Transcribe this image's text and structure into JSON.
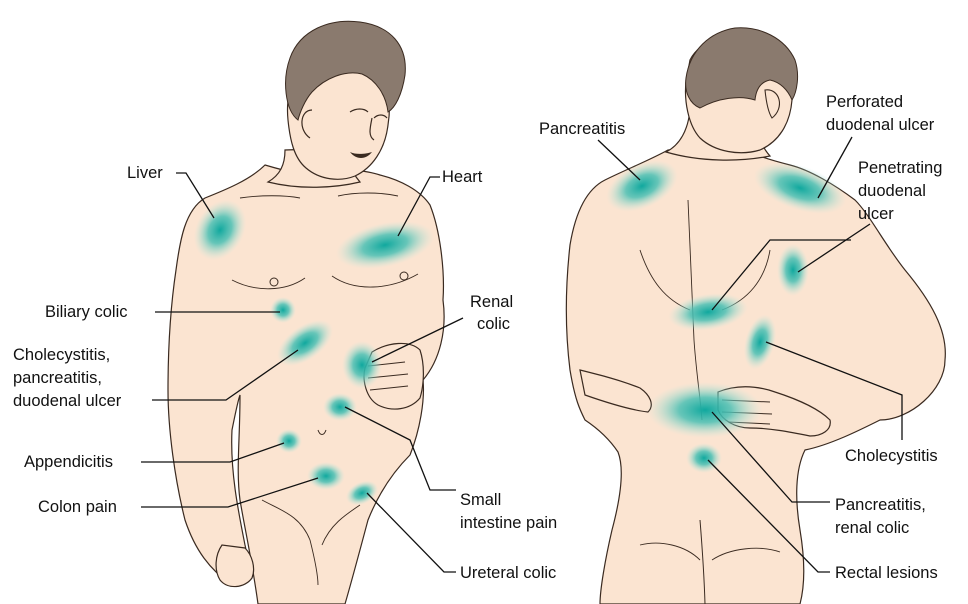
{
  "colors": {
    "skin": "#fbe4d1",
    "outline": "#3a2a20",
    "hair": "#8a7a6e",
    "pain": "#1fa99f",
    "leader": "#111111"
  },
  "front_labels": {
    "liver": "Liver",
    "heart": "Heart",
    "biliary": "Biliary colic",
    "renal_1": "Renal",
    "renal_2": "colic",
    "chole_1": "Cholecystitis,",
    "chole_2": "pancreatitis,",
    "chole_3": "duodenal ulcer",
    "appendicitis": "Appendicitis",
    "colon": "Colon pain",
    "small_1": "Small",
    "small_2": "intestine pain",
    "ureteral": "Ureteral colic"
  },
  "back_labels": {
    "pancreatitis": "Pancreatitis",
    "perforated_1": "Perforated",
    "perforated_2": "duodenal ulcer",
    "penetrating_1": "Penetrating",
    "penetrating_2": "duodenal",
    "penetrating_3": "ulcer",
    "cholecystitis": "Cholecystitis",
    "pr_1": "Pancreatitis,",
    "pr_2": "renal colic",
    "rectal": "Rectal lesions"
  }
}
